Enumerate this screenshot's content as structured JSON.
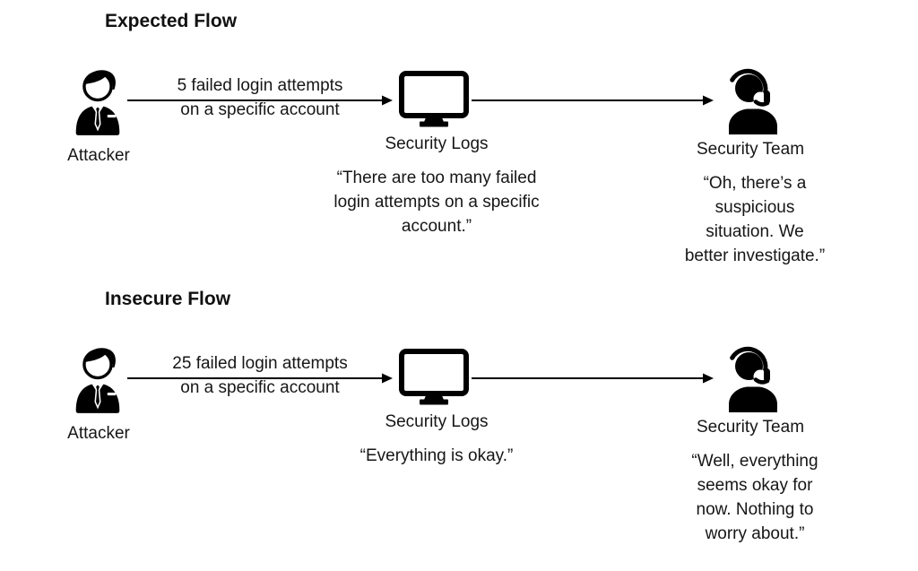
{
  "canvas": {
    "background_color": "#ffffff",
    "ink_color": "#000000",
    "text_color": "#161616"
  },
  "icons": {
    "attacker": "businessman-icon",
    "logs": "monitor-icon",
    "team": "support-agent-headset-icon",
    "connector": "right-arrow"
  },
  "flows": [
    {
      "title": "Expected Flow",
      "attacker_label": "Attacker",
      "arrow_label": {
        "line1": "5 failed login attempts",
        "line2": "on a specific account"
      },
      "logs_label": "Security Logs",
      "logs_quote_lines": [
        "“There are too many failed",
        "login attempts on a specific",
        "account.”"
      ],
      "team_label": "Security Team",
      "team_quote_lines": [
        "“Oh, there’s a",
        "suspicious",
        "situation. We",
        "better investigate.”"
      ]
    },
    {
      "title": "Insecure Flow",
      "attacker_label": "Attacker",
      "arrow_label": {
        "line1": "25 failed login attempts",
        "line2": "on a specific account"
      },
      "logs_label": "Security Logs",
      "logs_quote_lines": [
        "“Everything is okay.”"
      ],
      "team_label": "Security Team",
      "team_quote_lines": [
        "“Well, everything",
        "seems okay for",
        "now. Nothing to",
        "worry about.”"
      ]
    }
  ]
}
